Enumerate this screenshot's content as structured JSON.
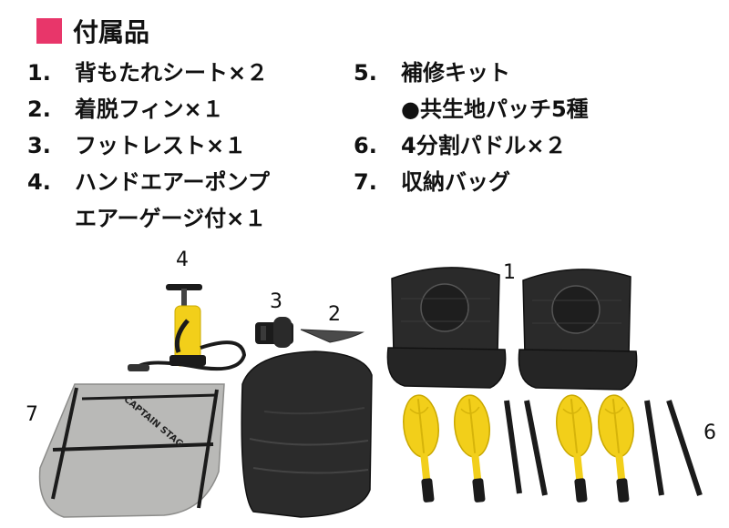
{
  "header": {
    "title": "付属品",
    "marker_color": "#e8366a"
  },
  "list_left": [
    {
      "num": "1.",
      "text": "背もたれシート×２"
    },
    {
      "num": "2.",
      "text": "着脱フィン×１"
    },
    {
      "num": "3.",
      "text": "フットレスト×１"
    },
    {
      "num": "4.",
      "text": "ハンドエアーポンプ",
      "cont": "エアーゲージ付×１"
    }
  ],
  "list_right": [
    {
      "num": "5.",
      "text": "補修キット",
      "cont": "●共生地パッチ5種"
    },
    {
      "num": "6.",
      "text": "4分割パドル×２"
    },
    {
      "num": "7.",
      "text": "収納バッグ"
    }
  ],
  "photo": {
    "labels": {
      "l1": "1",
      "l2": "2",
      "l3": "3",
      "l4": "4",
      "l6": "6",
      "l7": "7"
    },
    "bag_brand": "CAPTAIN STAG",
    "colors": {
      "paddle_blade": "#f2cf1a",
      "seat": "#2a2a2a",
      "bag": "#b9b9b7"
    }
  }
}
